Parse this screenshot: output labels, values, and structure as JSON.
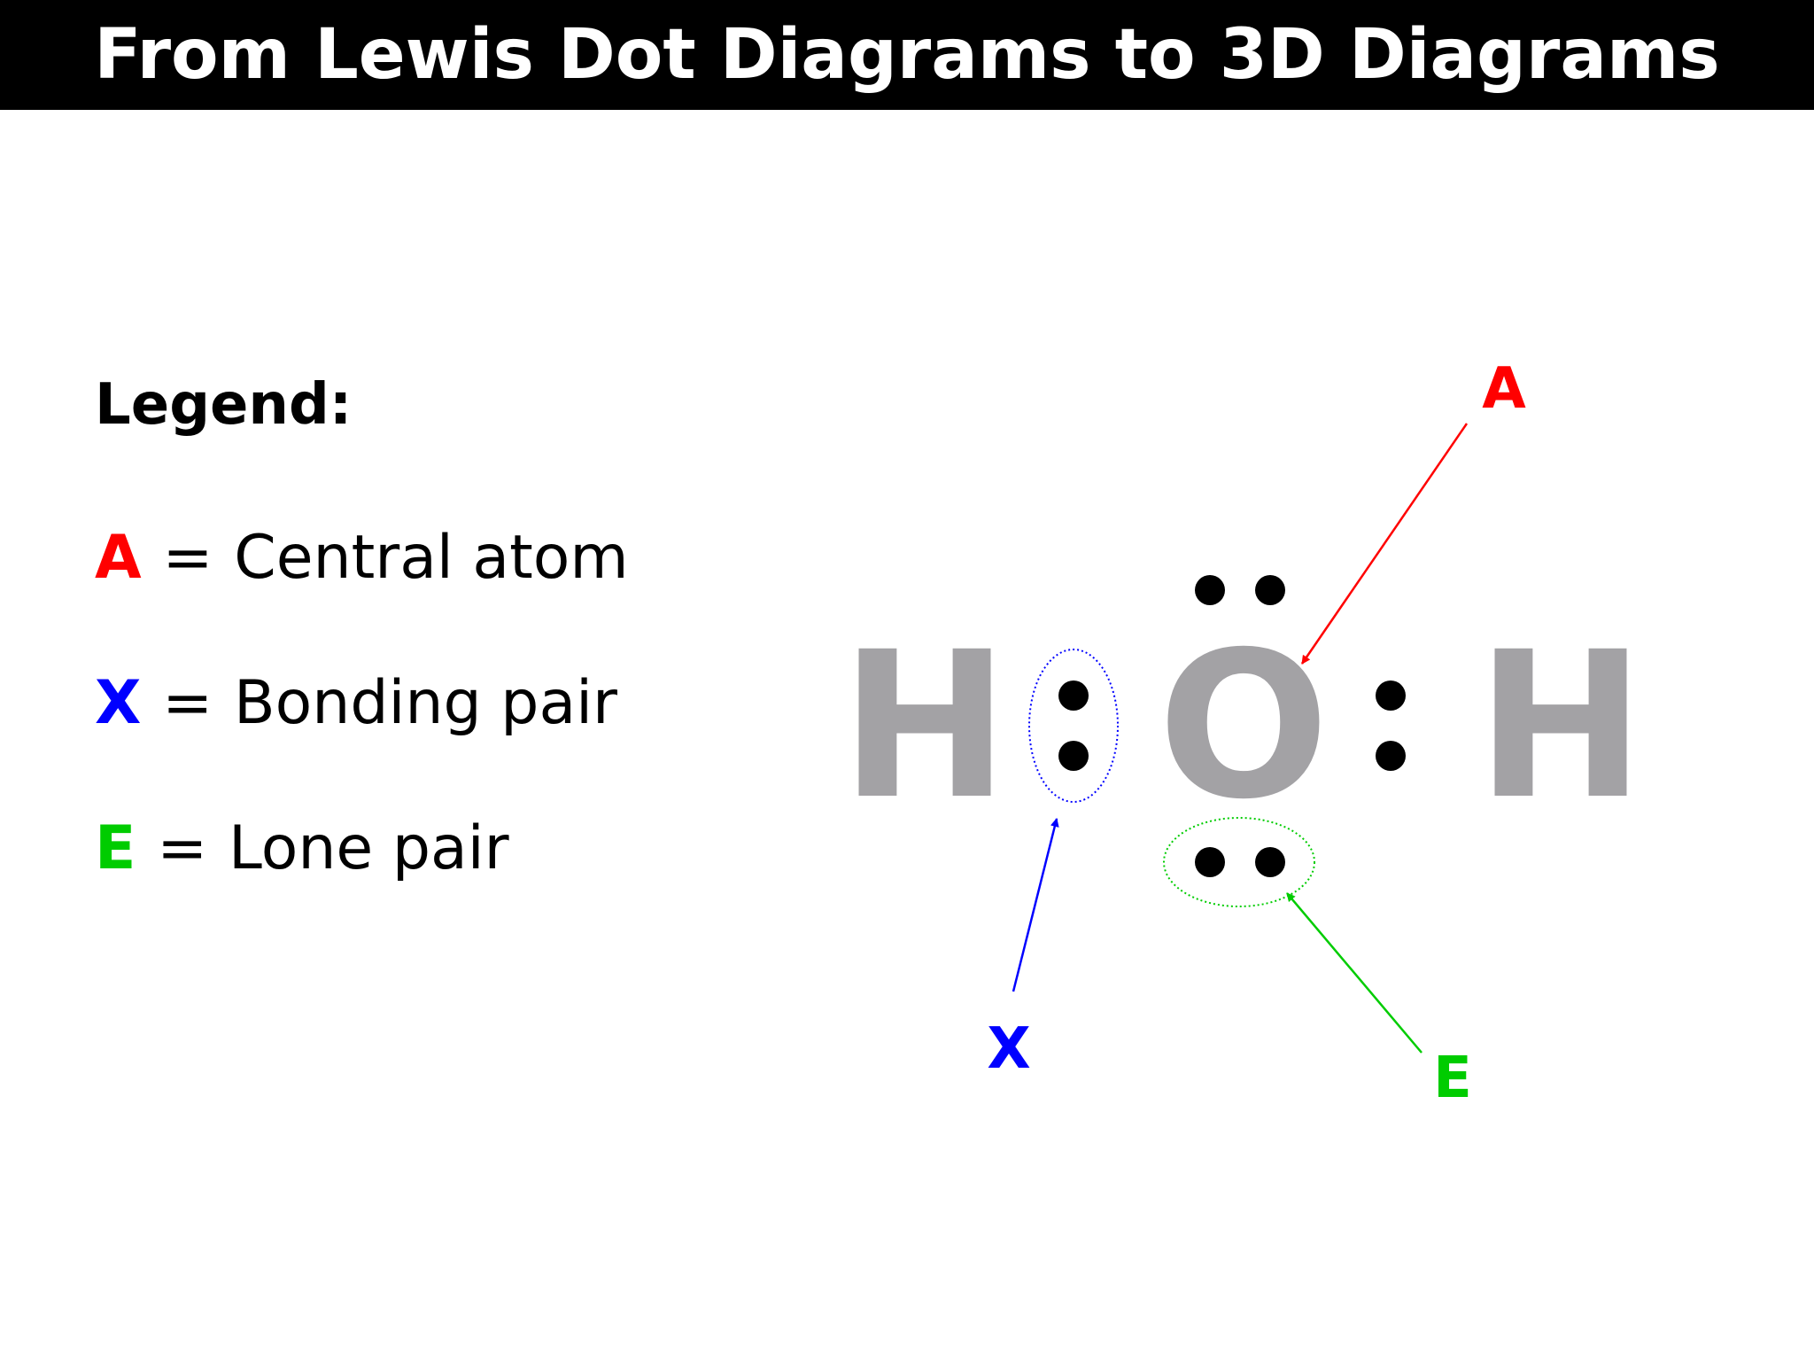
{
  "title": "From Lewis Dot Diagrams to 3D Diagrams",
  "legend": {
    "heading": "Legend:",
    "items": [
      {
        "symbol": "A",
        "equals": "=",
        "description": "Central atom",
        "color": "#ff0000"
      },
      {
        "symbol": "X",
        "equals": "=",
        "description": "Bonding pair",
        "color": "#0000ff"
      },
      {
        "symbol": "E",
        "equals": "=",
        "description": "Lone pair",
        "color": "#00cc00"
      }
    ]
  },
  "molecule": {
    "atoms": {
      "left": "H",
      "center": "O",
      "right": "H"
    },
    "atom_color": "#a3a2a5",
    "dot_color": "#000000"
  },
  "callouts": {
    "central_atom": {
      "label": "A",
      "color": "#ff0000"
    },
    "bonding_pair": {
      "label": "X",
      "color": "#0000ff"
    },
    "lone_pair": {
      "label": "E",
      "color": "#00cc00"
    }
  }
}
